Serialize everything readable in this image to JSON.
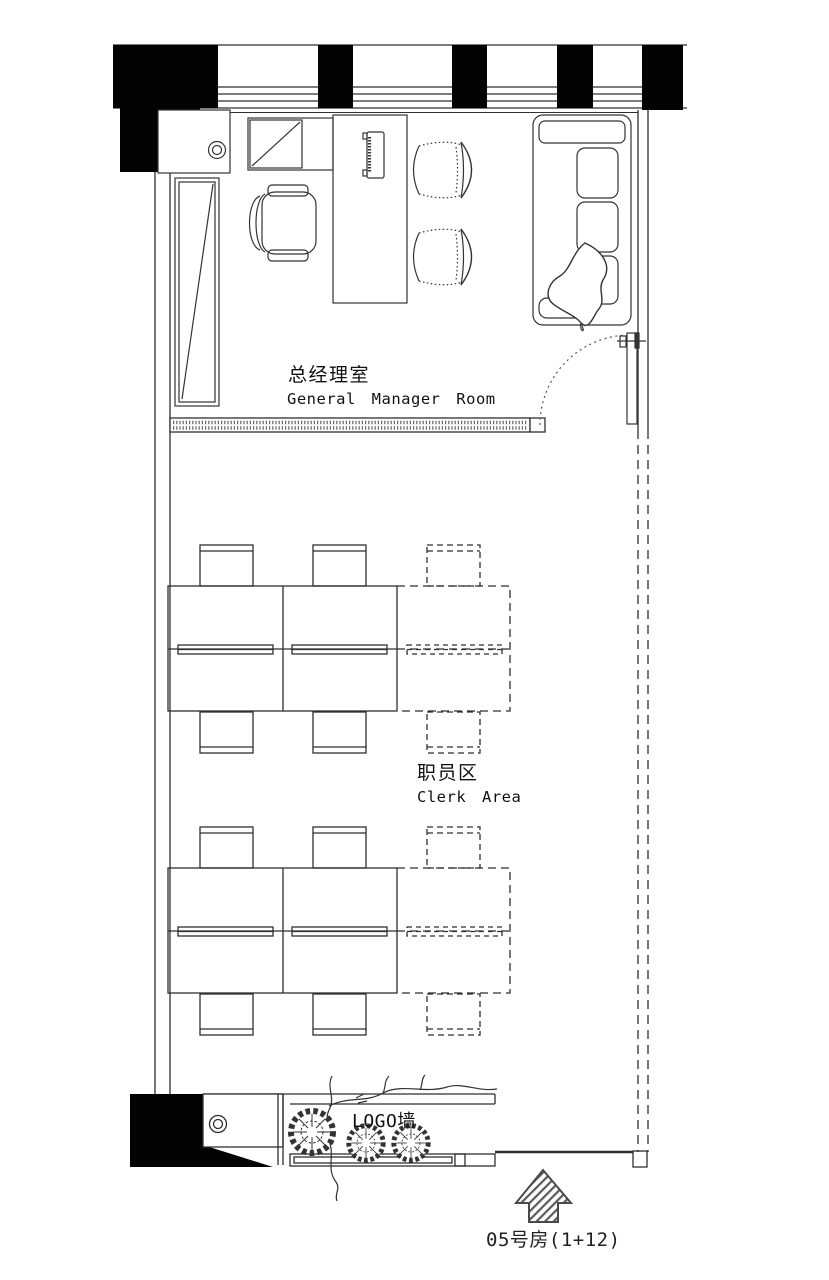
{
  "labels": {
    "manager_room_zh": "总经理室",
    "manager_room_en": "General Manager Room",
    "clerk_area_zh": "职员区",
    "clerk_area_en": "Clerk Area",
    "logo_wall": "LOGO墙",
    "entrance_room": "05号房(1+12)"
  },
  "plan": {
    "type": "office floor plan",
    "rooms": [
      "总经理室 General Manager Room",
      "职员区 Clerk Area"
    ],
    "furniture": {
      "manager_room": [
        "executive desk",
        "monitor",
        "office chair",
        "2 guest stools",
        "3-cushion sofa with throw blanket",
        "tall wardrobe with diagonal",
        "side shelf cabinet",
        "corner cabinet with round column",
        "glass partition with swing door"
      ],
      "clerk_area": [
        "2 workstation banks",
        "each bank: 2 solid desk columns + 1 dashed optional column",
        "desktop divider screens",
        "8 solid chairs + 4 dashed chairs"
      ],
      "entry": [
        "LOGO wall with plant and flowers",
        "entrance arrow"
      ]
    },
    "colors": {
      "wall_fill": "#000000",
      "line_color": "#2f2f2f",
      "background": "#ffffff"
    }
  }
}
